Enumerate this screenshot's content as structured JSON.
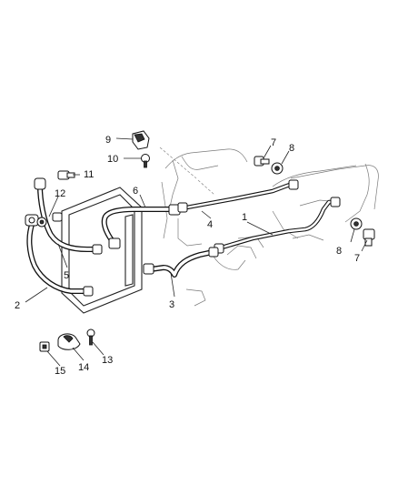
{
  "callouts": {
    "c1": "1",
    "c2": "2",
    "c3": "3",
    "c4": "4",
    "c5": "5",
    "c6": "6",
    "c7a": "7",
    "c7b": "7",
    "c8a": "8",
    "c8b": "8",
    "c9": "9",
    "c10": "10",
    "c11": "11",
    "c12": "12",
    "c13": "13",
    "c14": "14",
    "c15": "15"
  }
}
